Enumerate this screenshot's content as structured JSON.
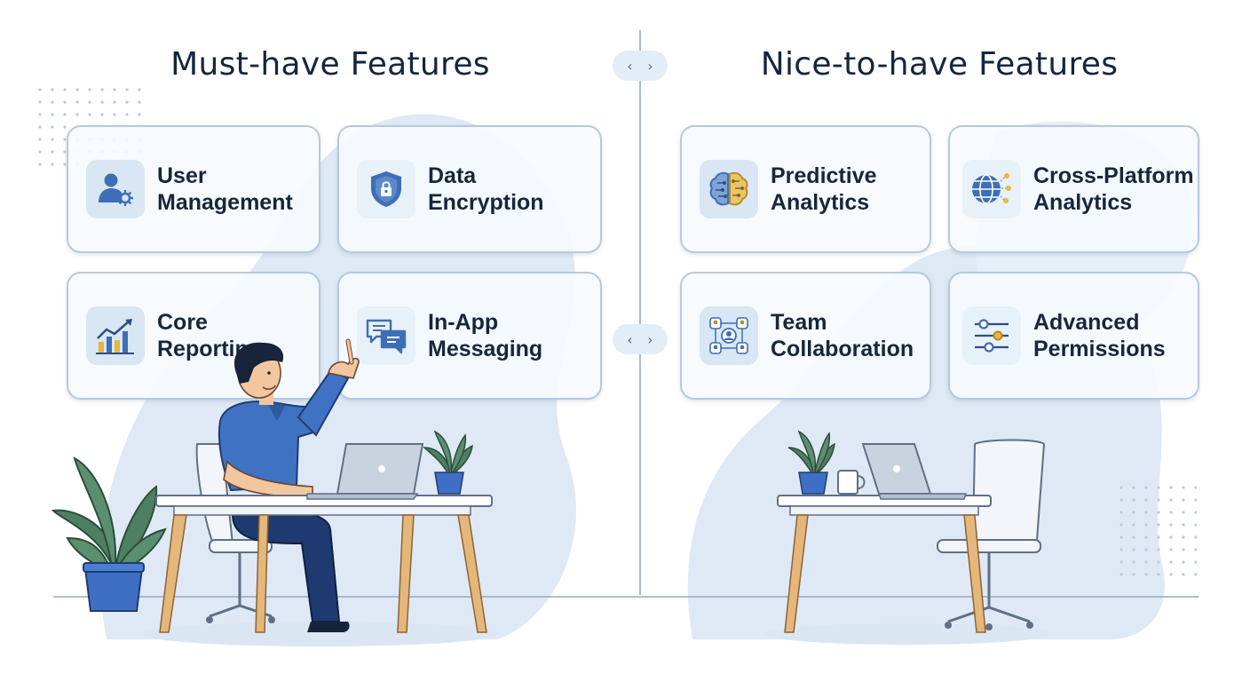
{
  "columns": {
    "left": {
      "heading": "Must-have Features",
      "features": [
        {
          "line1": "User",
          "line2": "Management",
          "icon": "user-gear-icon"
        },
        {
          "line1": "Data",
          "line2": "Encryption",
          "icon": "shield-lock-icon"
        },
        {
          "line1": "Core",
          "line2": "Reporting",
          "icon": "bar-chart-trend-icon"
        },
        {
          "line1": "In-App",
          "line2": "Messaging",
          "icon": "chat-bubbles-icon"
        }
      ]
    },
    "right": {
      "heading": "Nice-to-have Features",
      "features": [
        {
          "line1": "Predictive",
          "line2": "Analytics",
          "icon": "brain-circuit-icon"
        },
        {
          "line1": "Cross-Platform",
          "line2": "Analytics",
          "icon": "globe-network-icon"
        },
        {
          "line1": "Team",
          "line2": "Collaboration",
          "icon": "team-network-icon"
        },
        {
          "line1": "Advanced",
          "line2": "Permissions",
          "icon": "sliders-icon"
        }
      ]
    }
  },
  "navigation": {
    "prev_symbol": "‹",
    "next_symbol": "›"
  },
  "colors": {
    "heading": "#14263f",
    "card_border": "#b7c9de",
    "icon_blue": "#3d6fb6",
    "accent_yellow": "#e7b63c",
    "shirt": "#3f72c2",
    "plant_pot": "#3e6fc4",
    "leaf": "#4d7f62",
    "blob": "#dde8f5"
  },
  "illustration": {
    "left_scene": "person-at-desk-pointing",
    "right_scene": "empty-desk-with-laptop"
  }
}
